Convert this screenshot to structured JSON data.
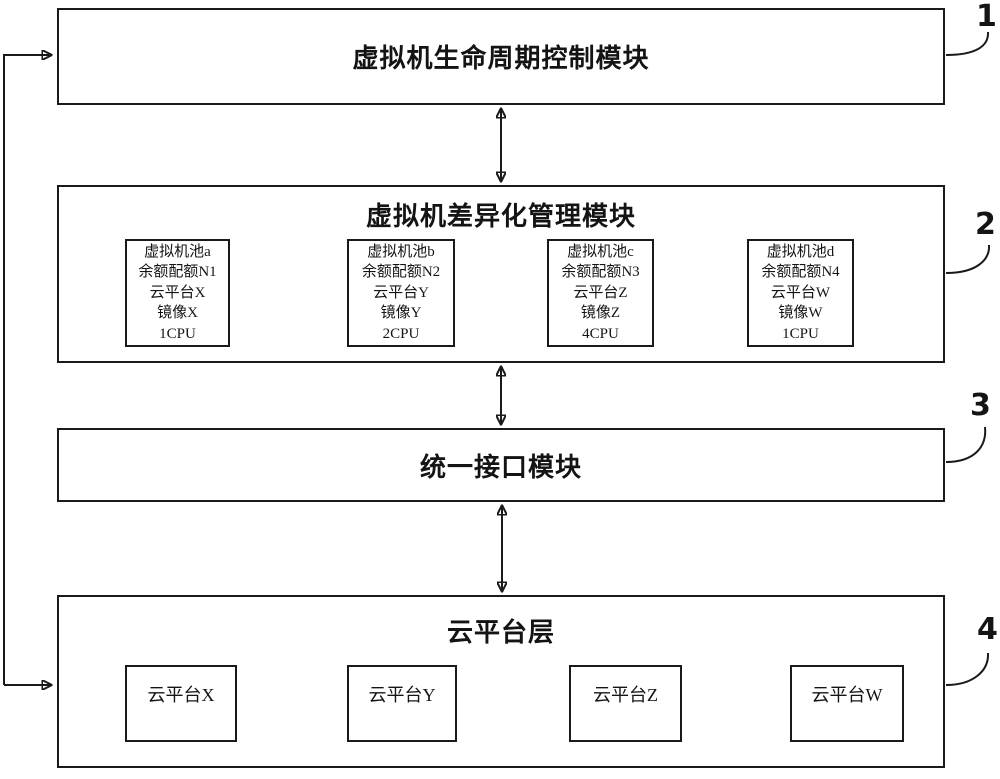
{
  "diagram": {
    "line_color": "#1a1a1a",
    "background": "#ffffff",
    "module1": {
      "ref": "1",
      "title": "虚拟机生命周期控制模块"
    },
    "module2": {
      "ref": "2",
      "title": "虚拟机差异化管理模块",
      "pools": [
        {
          "lines": [
            "虚拟机池a",
            "余额配额N1",
            "云平台X",
            "镜像X",
            "1CPU"
          ]
        },
        {
          "lines": [
            "虚拟机池b",
            "余额配额N2",
            "云平台Y",
            "镜像Y",
            "2CPU"
          ]
        },
        {
          "lines": [
            "虚拟机池c",
            "余额配额N3",
            "云平台Z",
            "镜像Z",
            "4CPU"
          ]
        },
        {
          "lines": [
            "虚拟机池d",
            "余额配额N4",
            "云平台W",
            "镜像W",
            "1CPU"
          ]
        }
      ]
    },
    "module3": {
      "ref": "3",
      "title": "统一接口模块"
    },
    "module4": {
      "ref": "4",
      "title": "云平台层",
      "platforms": [
        {
          "label": "云平台X"
        },
        {
          "label": "云平台Y"
        },
        {
          "label": "云平台Z"
        },
        {
          "label": "云平台W"
        }
      ]
    }
  }
}
